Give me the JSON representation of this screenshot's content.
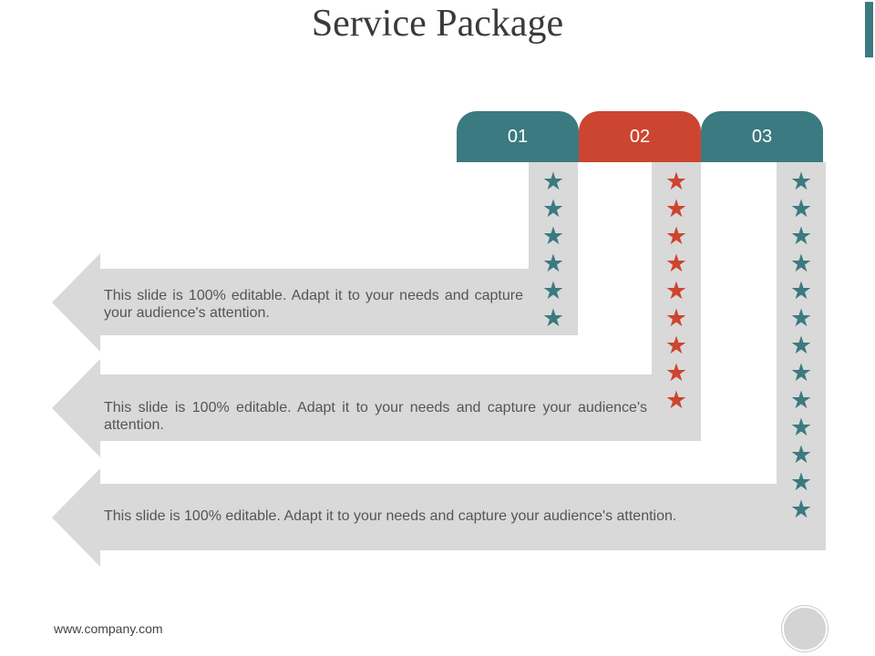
{
  "title": "Service Package",
  "colors": {
    "teal": "#3b7a80",
    "red": "#cc4530",
    "gray": "#d9d9d9"
  },
  "tabs": [
    {
      "label": "01",
      "color": "#3b7a80",
      "stars": 6
    },
    {
      "label": "02",
      "color": "#cc4530",
      "stars": 9
    },
    {
      "label": "03",
      "color": "#3b7a80",
      "stars": 13
    }
  ],
  "rows": [
    {
      "text": "This slide is 100% editable. Adapt it to your needs and capture your audience's attention."
    },
    {
      "text": "This slide is 100% editable. Adapt it to your needs and capture your audience's attention."
    },
    {
      "text": "This slide is 100% editable. Adapt it to your needs and capture your audience's attention."
    }
  ],
  "star_icon": "star-icon",
  "footer": "www.company.com"
}
